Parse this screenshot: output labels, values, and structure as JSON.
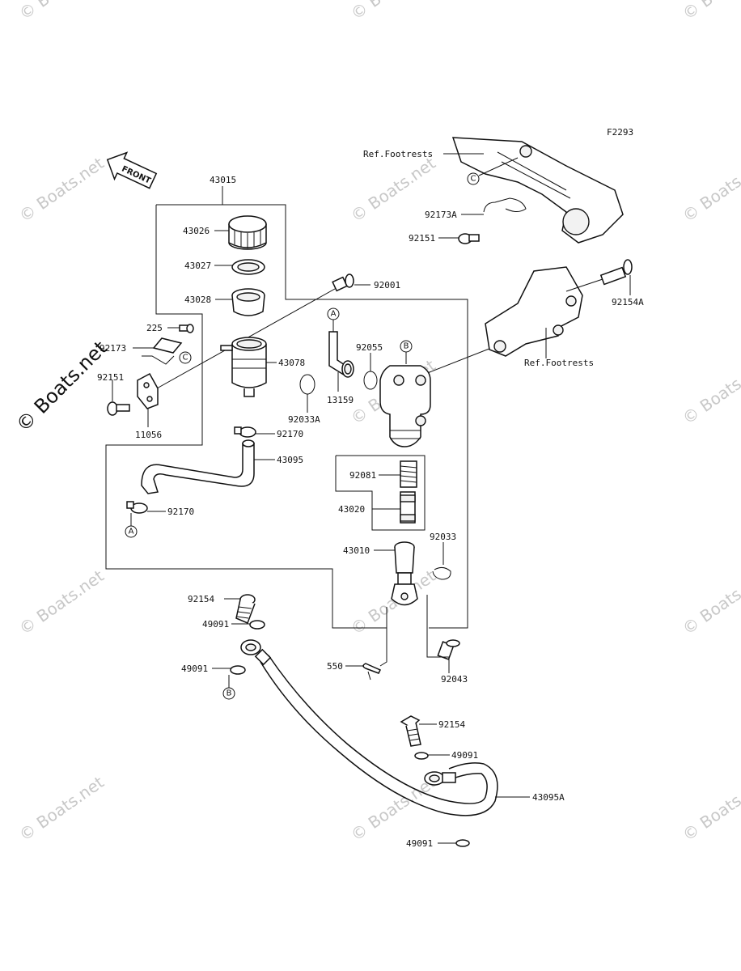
{
  "figure_code": "F2293",
  "front_label": "FRONT",
  "watermark": "© Boats.net",
  "side_watermark": "© Boats.net",
  "ref_footrests_1": "Ref.Footrests",
  "ref_footrests_2": "Ref.Footrests",
  "parts": {
    "p43015": "43015",
    "p43026": "43026",
    "p43027": "43027",
    "p43028": "43028",
    "p92001": "92001",
    "p225": "225",
    "p92173": "92173",
    "p92151": "92151",
    "p11056": "11056",
    "p43078": "43078",
    "p92170a": "92170",
    "p43095": "43095",
    "p92170b": "92170",
    "p13159": "13159",
    "p92033A": "92033A",
    "p92055": "92055",
    "p92173A": "92173A",
    "p92151b": "92151",
    "p92154A": "92154A",
    "p92081": "92081",
    "p43020": "43020",
    "p43010": "43010",
    "p92033": "92033",
    "p92154a": "92154",
    "p49091a": "49091",
    "p49091b": "49091",
    "p550": "550",
    "p92043": "92043",
    "p92154b": "92154",
    "p49091c": "49091",
    "p43095A": "43095A",
    "p49091d": "49091"
  },
  "callouts": {
    "A": "A",
    "B": "B",
    "C": "C"
  }
}
